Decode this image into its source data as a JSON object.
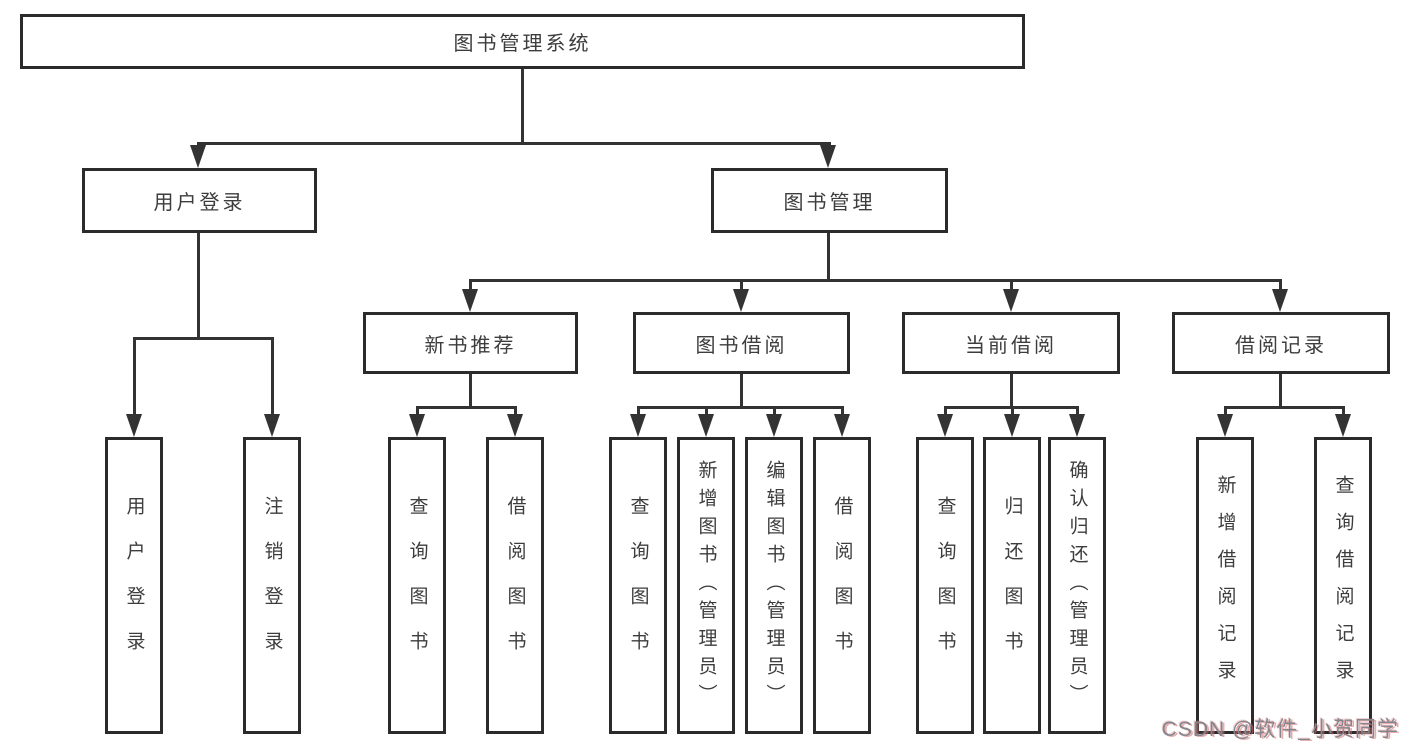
{
  "diagram_title": "图书管理系统",
  "tree": {
    "root": {
      "label": "图书管理系统",
      "children": [
        {
          "label": "用户登录",
          "children": [
            {
              "label": "用户登录"
            },
            {
              "label": "注销登录"
            }
          ]
        },
        {
          "label": "图书管理",
          "children": [
            {
              "label": "新书推荐",
              "children": [
                {
                  "label": "查询图书"
                },
                {
                  "label": "借阅图书"
                }
              ]
            },
            {
              "label": "图书借阅",
              "children": [
                {
                  "label": "查询图书"
                },
                {
                  "label": "新增图书（管理员）"
                },
                {
                  "label": "编辑图书（管理员）"
                },
                {
                  "label": "借阅图书"
                }
              ]
            },
            {
              "label": "当前借阅",
              "children": [
                {
                  "label": "查询图书"
                },
                {
                  "label": "归还图书"
                },
                {
                  "label": "确认归还（管理员）"
                }
              ]
            },
            {
              "label": "借阅记录",
              "children": [
                {
                  "label": "新增借阅记录"
                },
                {
                  "label": "查询借阅记录"
                }
              ]
            }
          ]
        }
      ]
    }
  },
  "watermark": "CSDN @软件_小贺同学",
  "colors": {
    "line": "#333333",
    "box_border": "#2b2b2b",
    "text": "#3d3d3d",
    "background": "#ffffff",
    "watermark_gray": "#82868f",
    "watermark_red": "#d96a6a"
  }
}
